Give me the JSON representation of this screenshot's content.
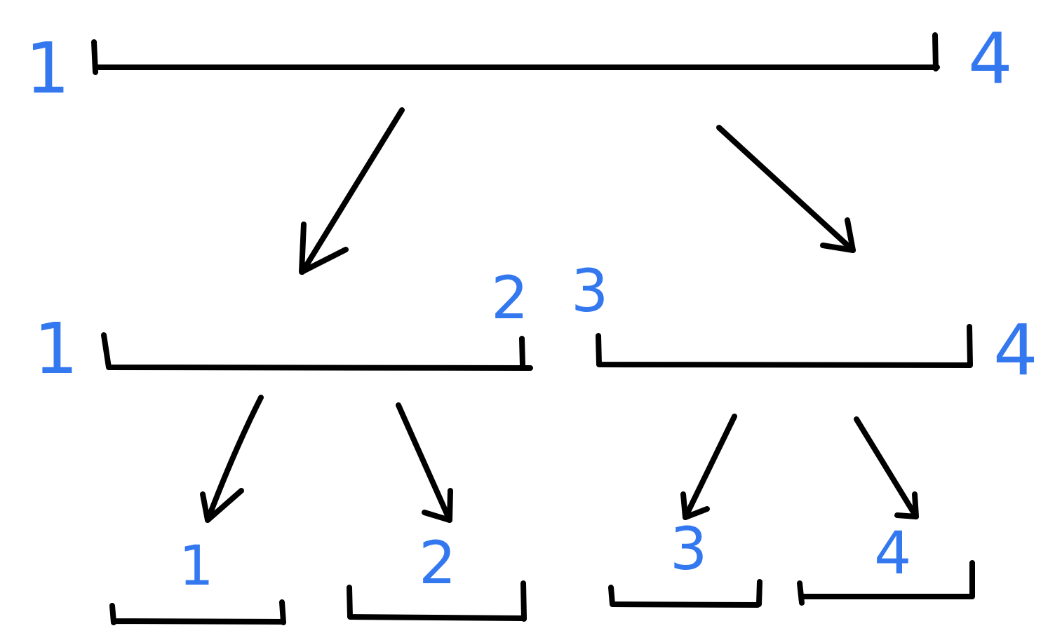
{
  "diagram": {
    "level0": {
      "left_label": "1",
      "right_label": "4"
    },
    "level1": {
      "left": {
        "left_label": "1",
        "right_label": "2"
      },
      "right": {
        "left_label": "3",
        "right_label": "4"
      }
    },
    "level2": {
      "leaves": [
        {
          "label": "1"
        },
        {
          "label": "2"
        },
        {
          "label": "3"
        },
        {
          "label": "4"
        }
      ]
    }
  },
  "colors": {
    "labels": "#3478f0",
    "strokes": "#000000",
    "background": "#ffffff"
  }
}
